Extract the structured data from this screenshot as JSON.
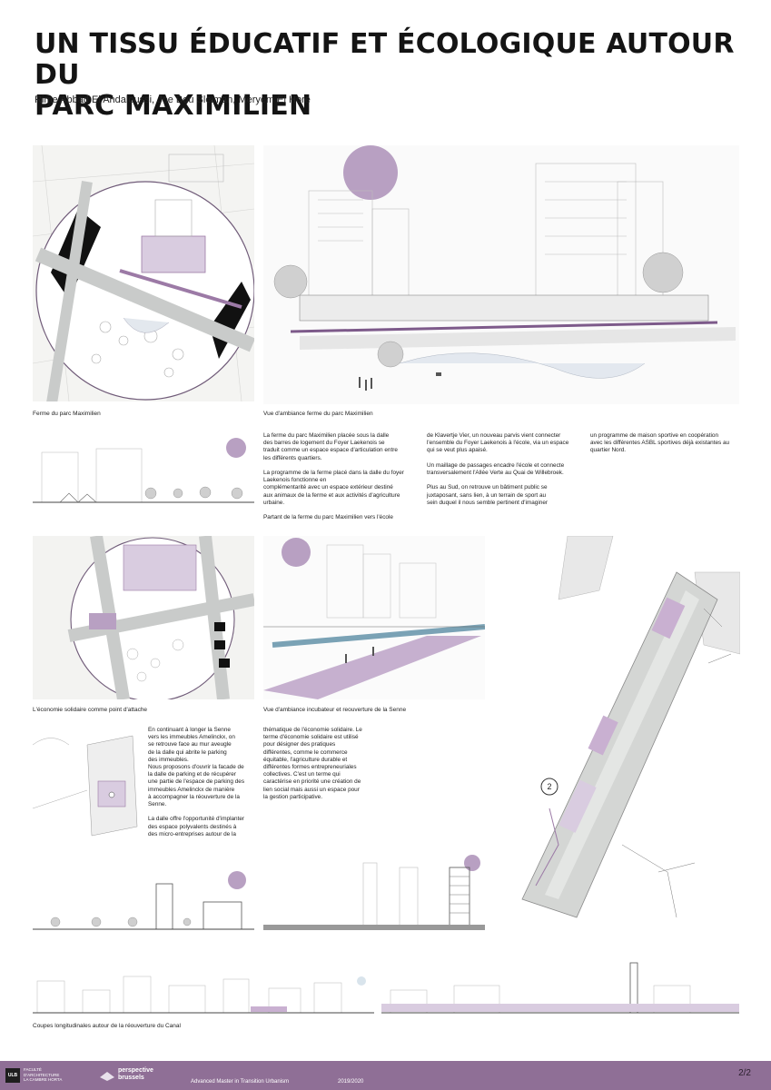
{
  "title_line1": "UN TISSU ÉDUCATIF ET ÉCOLOGIQUE AUTOUR DU",
  "title_line2": "PARC MAXIMILIEN",
  "authors": "Rime Abbad El Andaloussi, Joe Bou Sleiman, Meryem El Hore",
  "captions": {
    "farm_plan": "Ferme du parc Maximilien",
    "farm_view": "Vue d'ambiance ferme du parc Maximilien",
    "economy_plan": "L'économie solidaire comme point d'attache",
    "incubator_view": "Vue d'ambiance incubateur et reouverture de la Senne",
    "sections": "Coupes longitudinales autour de la réouverture du Canal"
  },
  "text_farm": {
    "col1": "La ferme du parc Maximilien placée sous la dalle\ndes barres de logement du Foyer Laekenois se\ntraduit comme un espace espace d'articulation entre\nles différents quartiers.\n\nLa programme de la ferme placé dans la dalle du foyer\nLaekenois fonctionne en\ncomplémentarité avec un espace extérieur destiné\naux animaux de la ferme et aux activités d'agriculture\nurbaine.\n\nPartant de la ferme du parc Maximilien vers l'école",
    "col2": "de Klavertje Vier, un nouveau parvis vient connecter\nl'ensemble du Foyer Laekenois à l'école, via un espace\nqui se veut plus apaisé.\n\nUn maillage de passages  encadre l'école et connecte\ntransversalement l'Allée Verte au Quai de Willebroek.\n\nPlus au Sud, on retrouve un bâtiment public se\njuxtaposant, sans lien, à un terrain de sport au\nsein duquel il nous semble pertinent d'imaginer",
    "col3": "un programme de maison sportive en coopération\navec les différentes ASBL sportives déjà existantes au\nquartier Nord."
  },
  "text_economy": {
    "col1": "En continuant à longer la Senne\nvers les immeubles Amelinckx, on\nse retrouve face au mur aveugle\nde la dalle qui abrite le parking\ndes immeubles.\nNous proposons d'ouvrir la facade de\nla dalle de parking et de récupérer\nune partie de l'espace de parking des\nimmeubles Amelinckx de manière\nà accompagner la réouverture de la\nSenne.\n\nLa dalle offre l'opportunité d'implanter\ndes espace polyvalents destinés à\ndes micro-entreprises autour de la",
    "col2": "thématique de l'économie solidaire. Le\nterme d'économie solidaire est utilisé\npour désigner des pratiques\ndifférentes, comme le commerce\néquitable, l'agriculture durable et\ndifférentes formes entrepreneuriales\ncollectives. C'est un terme qui\ncaractérise en priorité une création de\nlien social mais aussi un espace pour\nla gestion participative."
  },
  "map_marker": "2",
  "footer": {
    "ulb": "ULB",
    "faculty_line1": "FACULTÉ",
    "faculty_line2": "D'ARCHITECTURE",
    "faculty_line3": "LA CAMBRE HORTA",
    "partner_line1": "perspective",
    "partner_line2": "brussels",
    "program": "Advanced Master in Transition Urbanism",
    "year": "2019/2020",
    "page": "2/2"
  },
  "colors": {
    "accent": "#b8a0c2",
    "accent_light": "#d9cce0",
    "footer": "#8f6f96",
    "road": "#c9cbca"
  }
}
